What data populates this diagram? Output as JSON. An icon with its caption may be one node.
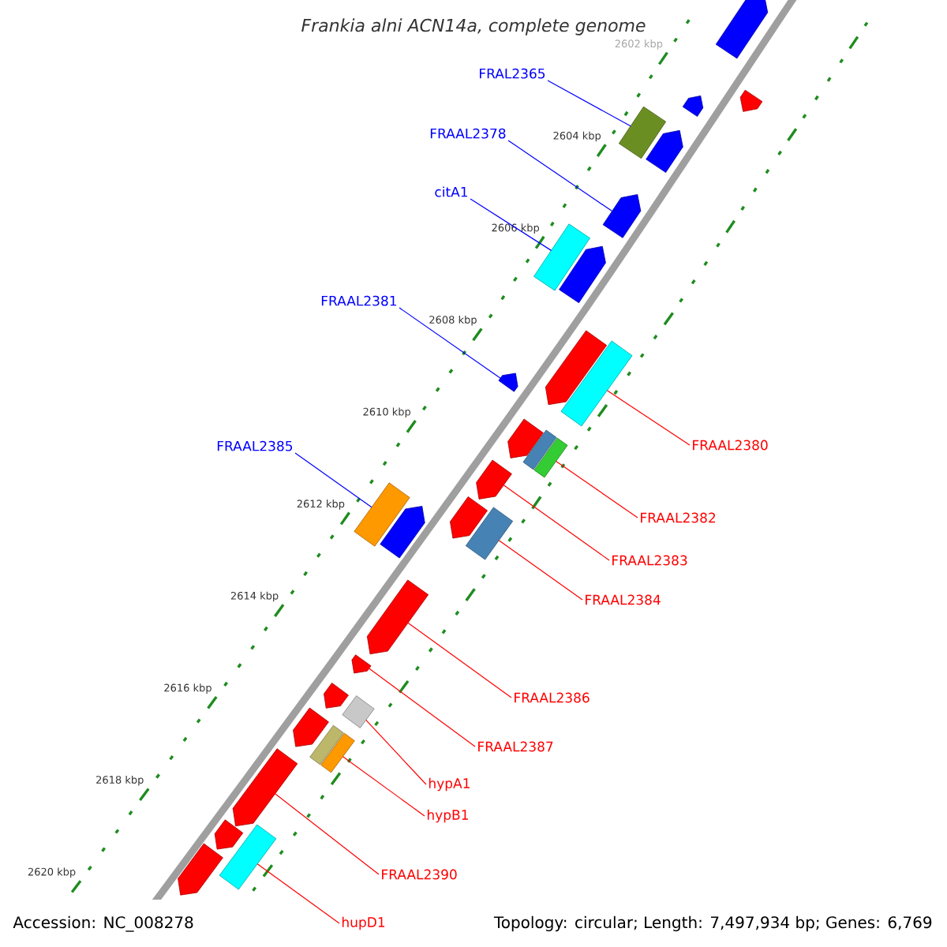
{
  "diagram": {
    "title": "Frankia alni ACN14a, complete genome",
    "nodes": [
      {
        "text": [
          "FRAL2365"
        ]
      },
      {
        "text": [],
        "shape": "box"
      },
      {
        "text": [
          "FRAAL2378"
        ]
      },
      {
        "text": [],
        "shape": "pentagon"
      },
      {
        "text": [
          "citA1"
        ]
      },
      {
        "text": [],
        "shape": "box"
      },
      {
        "text": [
          "FRAAL2381"
        ]
      },
      {
        "text": [],
        "shape": "pentagon"
      },
      {
        "text": [
          "FRAAL2380"
        ]
      },
      {
        "text": [],
        "shape": "box"
      },
      {
        "text": [
          "FRAAL2385"
        ]
      },
      {
        "text": [],
        "shape": "box"
      },
      {
        "text": [
          "FRAAL2382"
        ]
      },
      {
        "text": [],
        "shape": "box"
      },
      {
        "text": [
          "FRAAL2383"
        ]
      },
      {
        "text": [],
        "shape": "pentagon"
      },
      {
        "text": [
          "FRAAL2384"
        ]
      },
      {
        "text": [],
        "shape": "box"
      },
      {
        "text": [
          "FRAAL2386"
        ]
      },
      {
        "text": [],
        "shape": "pentagon"
      },
      {
        "text": [
          "FRAAL2387"
        ]
      },
      {
        "text": [],
        "shape": "pentagon"
      },
      {
        "text": [
          "hypA1"
        ]
      },
      {
        "text": [],
        "shape": "box"
      },
      {
        "text": [
          "hypB1"
        ]
      },
      {
        "text": [],
        "shape": "box"
      },
      {
        "text": [
          "FRAAL2390"
        ]
      },
      {
        "text": [],
        "shape": "pentagon"
      },
      {
        "text": [
          "hupD1"
        ]
      },
      {
        "text": [],
        "shape": "box"
      },
      {
        "text": [],
        "shape": "pentagon"
      },
      {
        "text": [],
        "shape": "pentagon"
      },
      {
        "text": [],
        "shape": "pentagon"
      },
      {
        "text": [],
        "shape": "pentagon"
      },
      {
        "text": [],
        "shape": "pentagon"
      },
      {
        "text": [],
        "shape": "pentagon"
      },
      {
        "text": [],
        "shape": "pentagon"
      },
      {
        "text": [],
        "shape": "box"
      },
      {
        "text": [],
        "shape": "pentagon"
      },
      {
        "text": [],
        "shape": "pentagon"
      },
      {
        "text": [],
        "shape": "pentagon"
      },
      {
        "text": [],
        "shape": "pentagon"
      },
      {
        "text": [],
        "shape": "box"
      },
      {
        "text": [],
        "shape": "pentagon"
      },
      {
        "text": [],
        "shape": "pentagon"
      }
    ],
    "edges": [
      {
        "from": 0,
        "to": 1,
        "arrow": "none",
        "color": "#0000ff"
      },
      {
        "from": 2,
        "to": 3,
        "arrow": "none",
        "color": "#0000ff"
      },
      {
        "from": 4,
        "to": 5,
        "arrow": "none",
        "color": "#0000ff"
      },
      {
        "from": 6,
        "to": 7,
        "arrow": "none",
        "color": "#0000ff"
      },
      {
        "from": 8,
        "to": 9,
        "arrow": "none"
      },
      {
        "from": 10,
        "to": 11,
        "arrow": "none",
        "color": "#0000ff"
      },
      {
        "from": 12,
        "to": 13,
        "arrow": "none"
      },
      {
        "from": 14,
        "to": 15,
        "arrow": "none"
      },
      {
        "from": 16,
        "to": 17,
        "arrow": "none"
      },
      {
        "from": 18,
        "to": 19,
        "arrow": "none"
      },
      {
        "from": 20,
        "to": 21,
        "arrow": "none"
      },
      {
        "from": 22,
        "to": 23,
        "arrow": "none"
      },
      {
        "from": 24,
        "to": 25,
        "arrow": "none"
      },
      {
        "from": 26,
        "to": 27,
        "arrow": "none"
      },
      {
        "from": 28,
        "to": 29,
        "arrow": "none"
      }
    ],
    "labels": [
      "2602 kbp",
      "2604 kbp",
      "2606 kbp",
      "2608 kbp",
      "2610 kbp",
      "2612 kbp",
      "2614 kbp",
      "2616 kbp",
      "2618 kbp",
      "2620 kbp",
      "Accession: NC_008278",
      "Topology: circular; Length: 7,497,934 bp; Genes: 6,769"
    ]
  }
}
